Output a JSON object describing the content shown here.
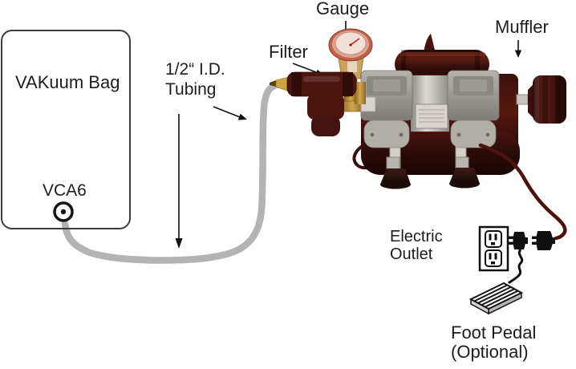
{
  "diagram": {
    "bag": {
      "label": "VAKuum Bag",
      "port_label": "VCA6"
    },
    "tubing": {
      "line1": "1/2“ I.D.",
      "line2": "Tubing"
    },
    "filter": {
      "label": "Filter"
    },
    "gauge": {
      "label": "Gauge"
    },
    "muffler": {
      "label": "Muffler"
    },
    "electric_outlet": {
      "line1": "Electric",
      "line2": "Outlet"
    },
    "foot_pedal": {
      "line1": "Foot Pedal",
      "line2": "(Optional)"
    },
    "icons": {
      "vca6_port": "circled-dot-port",
      "electric_outlet": "duplex-wall-outlet",
      "plugs": "two-power-plugs",
      "foot_pedal": "hatched-wedge-pedal",
      "pump": "twin-head-vacuum-pump-photo",
      "arrows": "black-pointer-arrows"
    },
    "colors": {
      "background": "#ffffff",
      "label_text": "#1d1d1d",
      "bag_border": "#3c3c3c",
      "tubing_gray": "#b3b3b3",
      "pump_maroon": "#4a130e",
      "pump_head_gray": "#9b9792",
      "brass": "#c9a23e",
      "gauge_rim": "#c4604a",
      "gauge_face": "#f2e0d6",
      "power_cord": "#4c120c",
      "line_art_black": "#111111"
    }
  }
}
